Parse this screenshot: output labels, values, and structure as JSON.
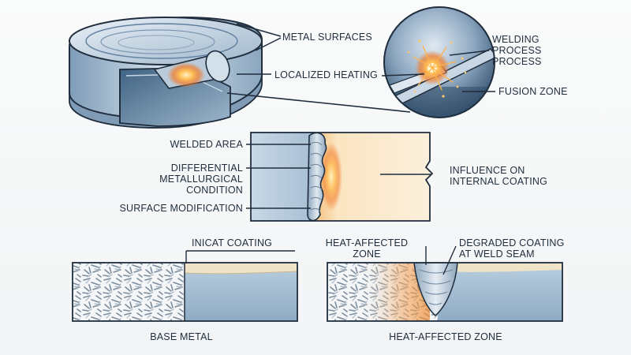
{
  "diagram": {
    "can_section": {
      "metal_surfaces": "METAL SURFACES",
      "localized_heating": "LOCALIZED HEATING"
    },
    "weld_circle": {
      "welding_process": "WELDING\nPROCESS\nPROCESS",
      "fusion_zone": "FUSION ZONE"
    },
    "seam_section": {
      "welded_area": "WELDED AREA",
      "differential_condition": "DIFFERENTIAL\nMETALLURGICAL\nCONDITION",
      "surface_modification": "SURFACE MODIFICATION",
      "influence_coating": "INFLUENCE ON\nINTERNAL COATING"
    },
    "base_panel": {
      "coating_label": "INICAT COATING",
      "base_metal": "BASE METAL"
    },
    "haz_panel": {
      "haz_top": "HEAT-AFFECTED\nZONE",
      "degraded": "DEGRADED COATING\nAT WELD SEAM",
      "haz_bottom": "HEAT-AFFECTED ZONE"
    }
  },
  "colors": {
    "steel_dark": "#5f7f9e",
    "steel_mid": "#a9c0d4",
    "steel_light": "#dfe9f1",
    "heat_orange": "#f08a2c",
    "heat_yellow": "#ffd27a",
    "coating": "#efe3c8",
    "outline": "#1f2d3d"
  }
}
